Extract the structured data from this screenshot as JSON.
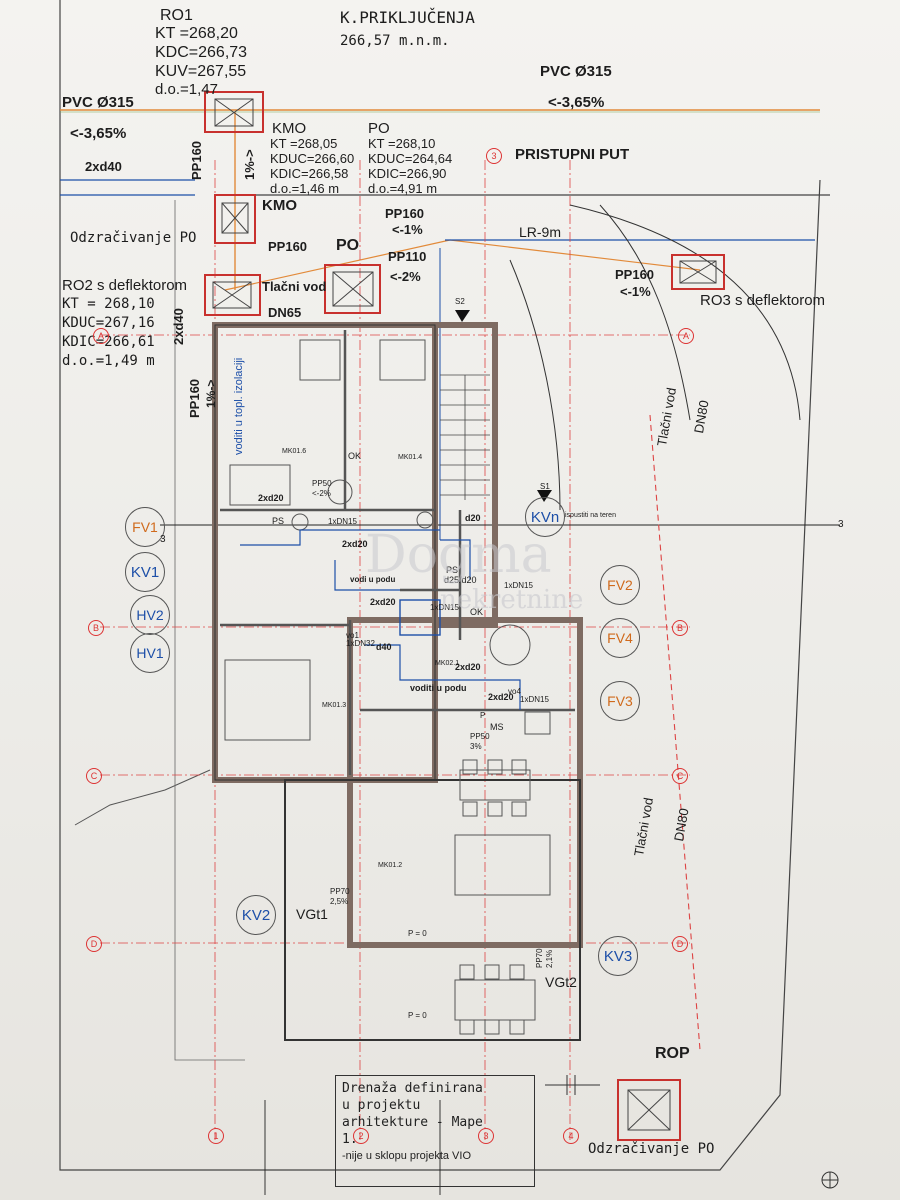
{
  "ro1": {
    "title": "RO1",
    "kt": "KT =268,20",
    "kdc": "KDC=266,73",
    "kuv": "KUV=267,55",
    "do": "d.o.=1,47"
  },
  "kpriklj": {
    "title": "K.PRIKLJUČENJA",
    "value": "266,57 m.n.m."
  },
  "pvc_left": {
    "pipe": "PVC Ø315",
    "slope": "<-3,65%"
  },
  "pvc_right": {
    "pipe": "PVC Ø315",
    "slope": "<-3,65%"
  },
  "kmo_info": {
    "title": "KMO",
    "kt": "KT =268,05",
    "kduc": "KDUC=266,60",
    "kdic": "KDIC=266,58",
    "do": "d.o.=1,46 m"
  },
  "po_info": {
    "title": "PO",
    "kt": "KT =268,10",
    "kduc": "KDUC=264,64",
    "kdic": "KDIC=266,90",
    "do": "d.o.=4,91 m"
  },
  "pristupni": "PRISTUPNI PUT",
  "pipe_2xd40_top": "2xd40",
  "pipe_pp160_1pct_vert": "PP160",
  "pipe_pp160_1pct_vert_slope": "1%->",
  "kmo_label": "KMO",
  "pp160_mid": "PP160",
  "pp160_mid_slope": "<-1%",
  "lr9m": "LR-9m",
  "odzr_top": "Odzračivanje PO",
  "pp160_left": "PP160",
  "po_label": "PO",
  "pp110": "PP110",
  "pp110_slope": "<-2%",
  "pp160_right": "PP160",
  "pp160_right_slope": "<-1%",
  "ro2": {
    "title": "RO2 s deflektorom",
    "kt": "KT = 268,10",
    "kduc": "KDUC=267,16",
    "kdic": "KDIC=266,61",
    "do": "d.o.=1,49 m"
  },
  "tlacni_top": "Tlačni vod",
  "ro3": "RO3 s deflektorom",
  "dn65": "DN65",
  "d40_vert": "2xd40",
  "pp160_vert2": "PP160",
  "pp160_vert2_slope": "1%->",
  "voditi_vert": "voditi u topl. izolaciji",
  "tlacni_right_upper": "Tlačni vod",
  "dn80_upper": "DN80",
  "tlacni_right_lower": "Tlačni vod",
  "dn80_lower": "DN80",
  "fv1": "FV1",
  "kv1": "KV1",
  "hv2": "HV2",
  "hv1": "HV1",
  "kvn": "KVn",
  "fv2": "FV2",
  "fv4": "FV4",
  "fv3": "FV3",
  "kv2": "KV2",
  "vgt1": "VGt1",
  "kv3": "KV3",
  "vgt2": "VGt2",
  "rop": "ROP",
  "odzr_bottom": "Odzračivanje PO",
  "note": {
    "l1": "Drenaža definirana",
    "l2": "u projektu",
    "l3": "arhitekture - Mape",
    "l4": "1.",
    "l5": "-nije u sklopu projekta VIO"
  },
  "watermark": "Dogma",
  "watermark2": "nekretnine",
  "small": {
    "ok1": "OK",
    "ok2": "OK",
    "pp50a": "PP50",
    "pp50a_s": "<-2%",
    "pp50b": "PP50",
    "pp50b_s": "3%",
    "xd20a": "2xd20",
    "xd20b": "2xd20",
    "xd20c": "2xd20",
    "xd20d": "2xd20",
    "xd20e": "2xd20",
    "d20": "d20",
    "d40": "d40",
    "d25": "d25/d20",
    "ps1": "PS",
    "ps2": "PS",
    "dn15a": "1xDN15",
    "dn15b": "1xDN15",
    "dn32": "1xDN32",
    "dn15c": "1xDN15",
    "dn15d": "1xDN15",
    "vodi_podu1": "vodi u podu",
    "vodi_podu2": "voditi u podu",
    "ms": "MS",
    "p": "P",
    "s1": "S1",
    "s2": "S2",
    "ispustiti": "ispustiti na teren",
    "vo1": "vo1",
    "vo4": "vo4",
    "mk1": "MK01.6",
    "mk2": "MK01.4",
    "mk3": "MK01.3",
    "mk4": "MK01.2",
    "mk5": "MK02.1",
    "pp70": "PP70",
    "pp70_s": "2,5%",
    "pp70b": "PP70",
    "pp70b_s": "2,1%",
    "p0a": "P = 0",
    "p0b": "P = 0"
  },
  "axes": {
    "a": "A",
    "b": "B",
    "c": "C",
    "d": "D",
    "n1": "1",
    "n2": "2",
    "n3": "3",
    "n4": "4",
    "n3r": "3"
  }
}
